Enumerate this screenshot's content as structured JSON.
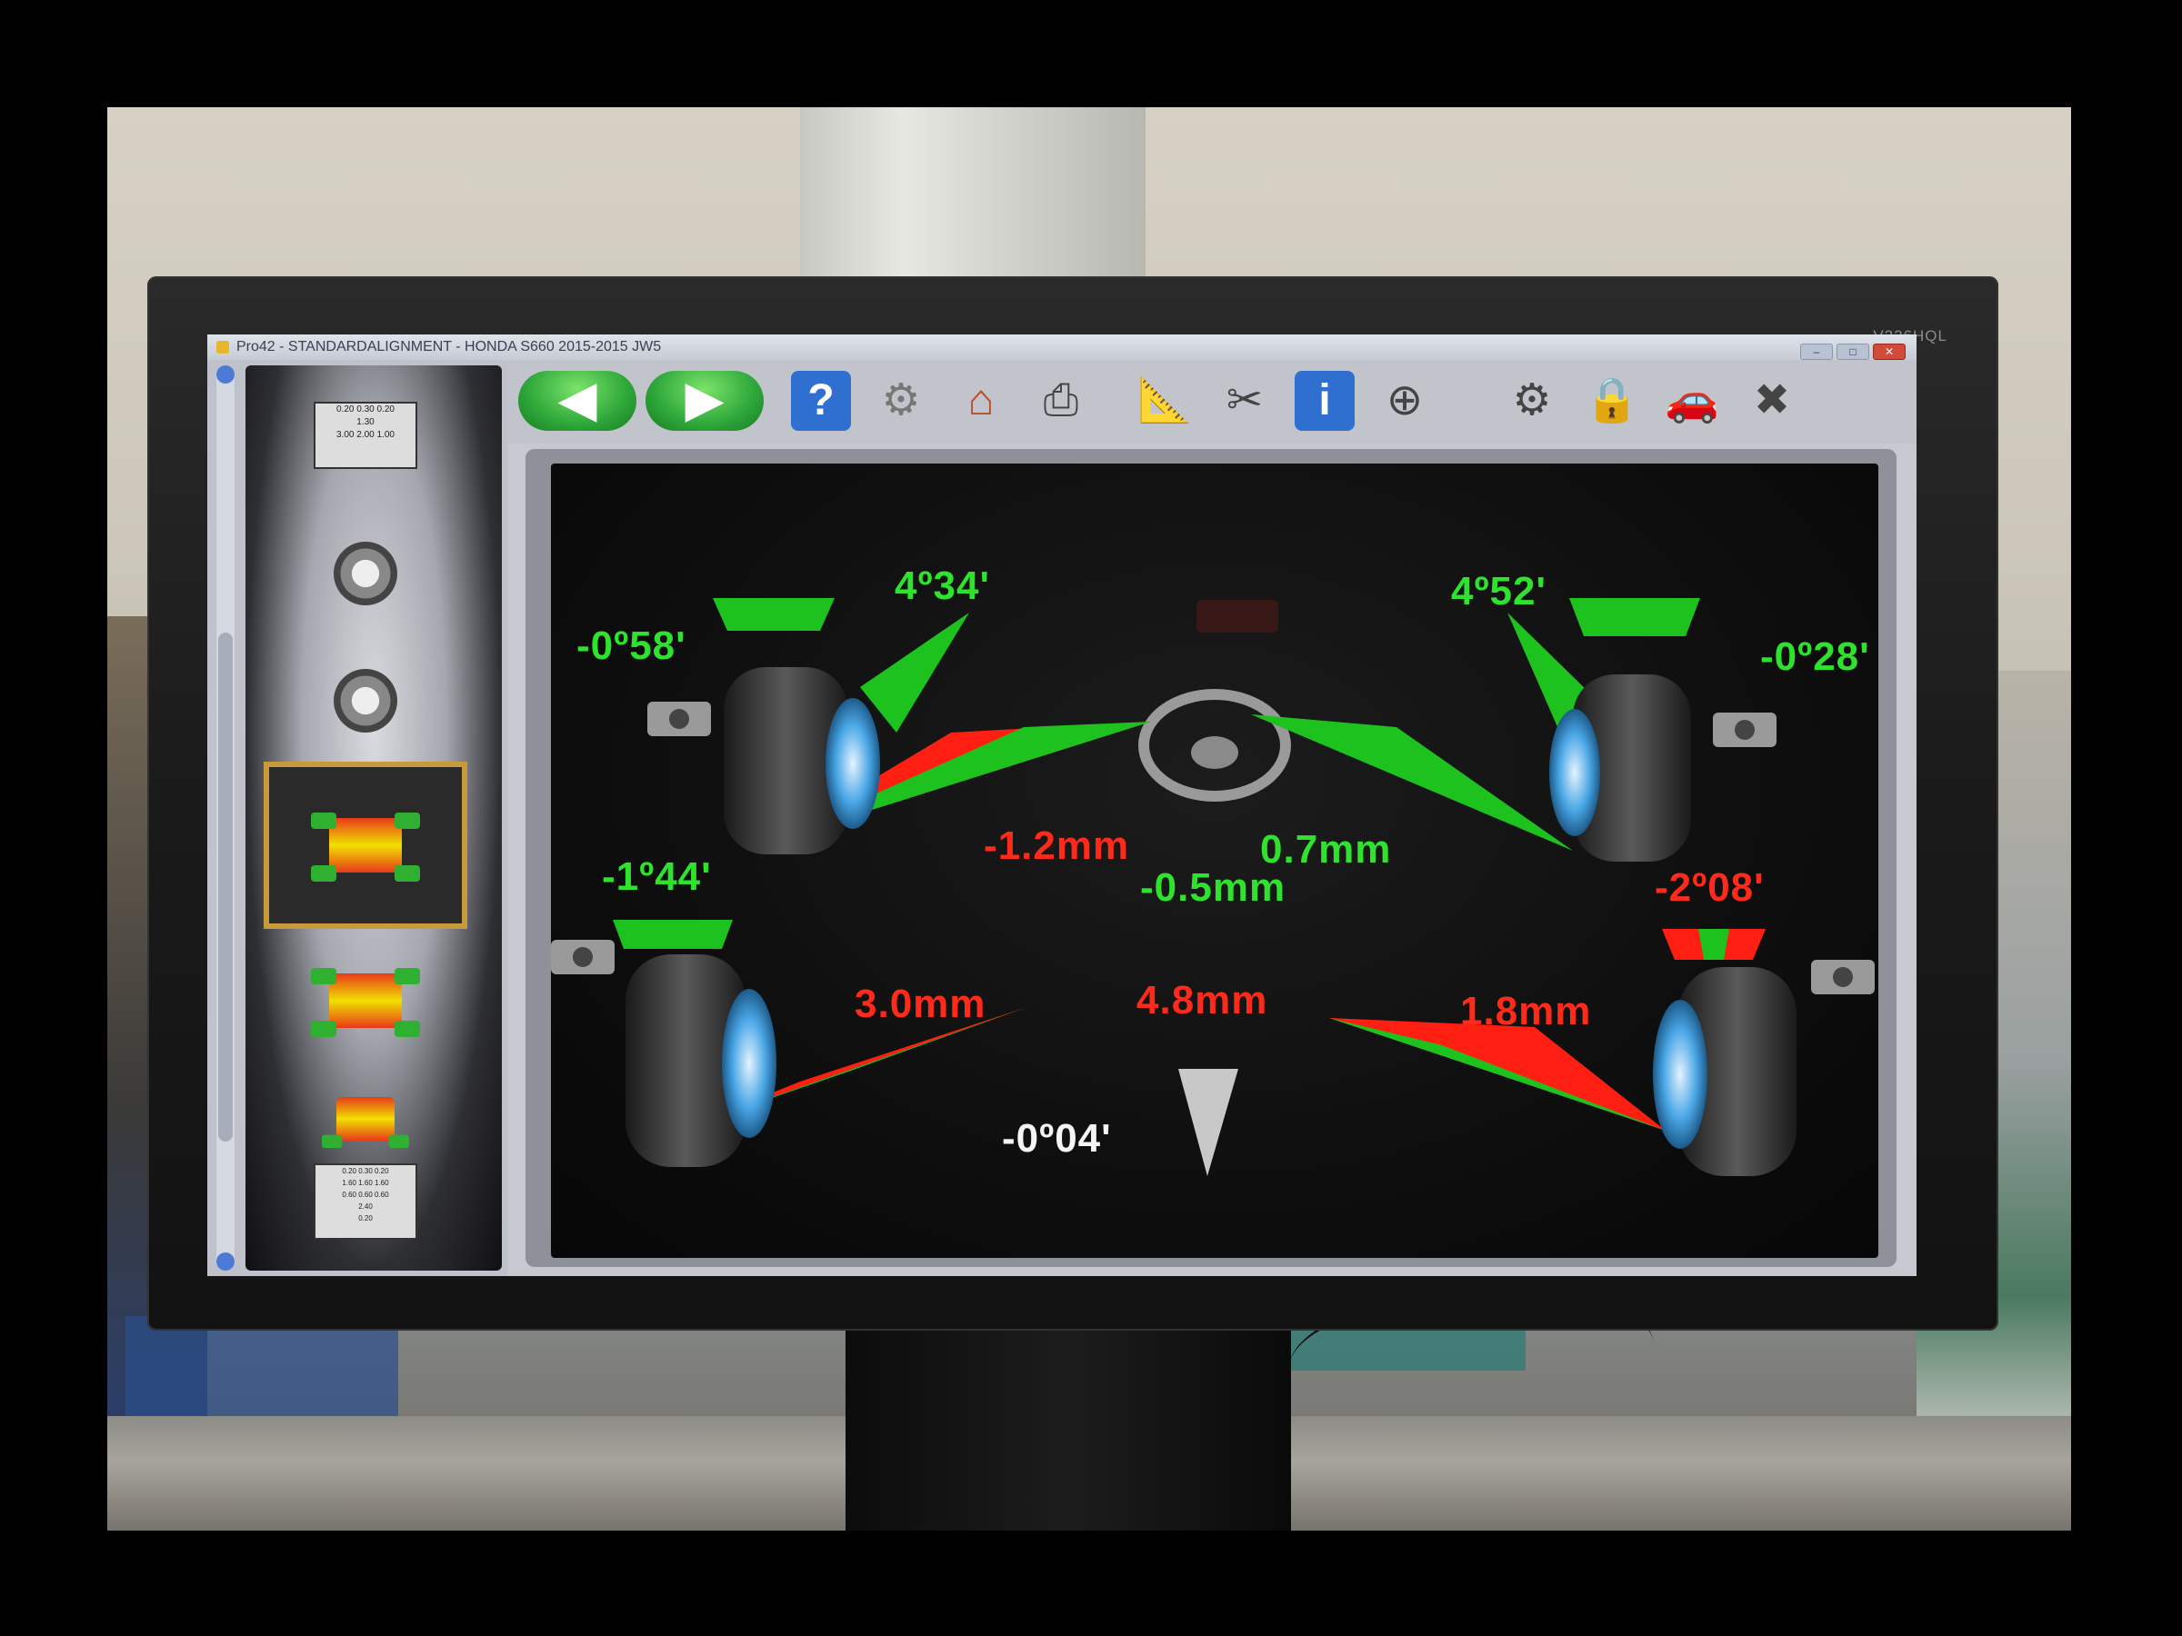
{
  "window": {
    "title": "Pro42 - STANDARDALIGNMENT - HONDA S660 2015-2015 JW5"
  },
  "monitor": {
    "model": "V226HQL"
  },
  "sidebar": {
    "steps": [
      {
        "name": "spec-table-step",
        "table": [
          "0.20 0.30 0.20",
          "1.30",
          "3.00 2.00 1.00"
        ]
      },
      {
        "name": "runout-step"
      },
      {
        "name": "caster-swing-step"
      },
      {
        "name": "front-alignment-step",
        "selected": true
      },
      {
        "name": "rear-alignment-step"
      },
      {
        "name": "thrust-step"
      },
      {
        "name": "summary-table-step",
        "table": [
          "0.20 0.30 0.20",
          "1.60 1.60 1.60",
          "0.60 0.60 0.60",
          "2.40",
          "0.20"
        ]
      }
    ]
  },
  "toolbar": {
    "back": "◀",
    "forward": "▶",
    "help": "?",
    "info": "i"
  },
  "readings": {
    "front_left_camber": "-0º58'",
    "front_left_caster": "4º34'",
    "front_right_caster": "4º52'",
    "front_right_camber": "-0º28'",
    "front_left_toe": "-1.2mm",
    "front_right_toe": "0.7mm",
    "front_total_toe": "-0.5mm",
    "rear_left_camber": "-1º44'",
    "rear_right_camber": "-2º08'",
    "rear_left_toe": "3.0mm",
    "rear_total_toe": "4.8mm",
    "rear_right_toe": "1.8mm",
    "thrust_angle": "-0º04'"
  },
  "colors": {
    "in_spec": "#2ee22e",
    "out_of_spec": "#ff2a1a"
  }
}
